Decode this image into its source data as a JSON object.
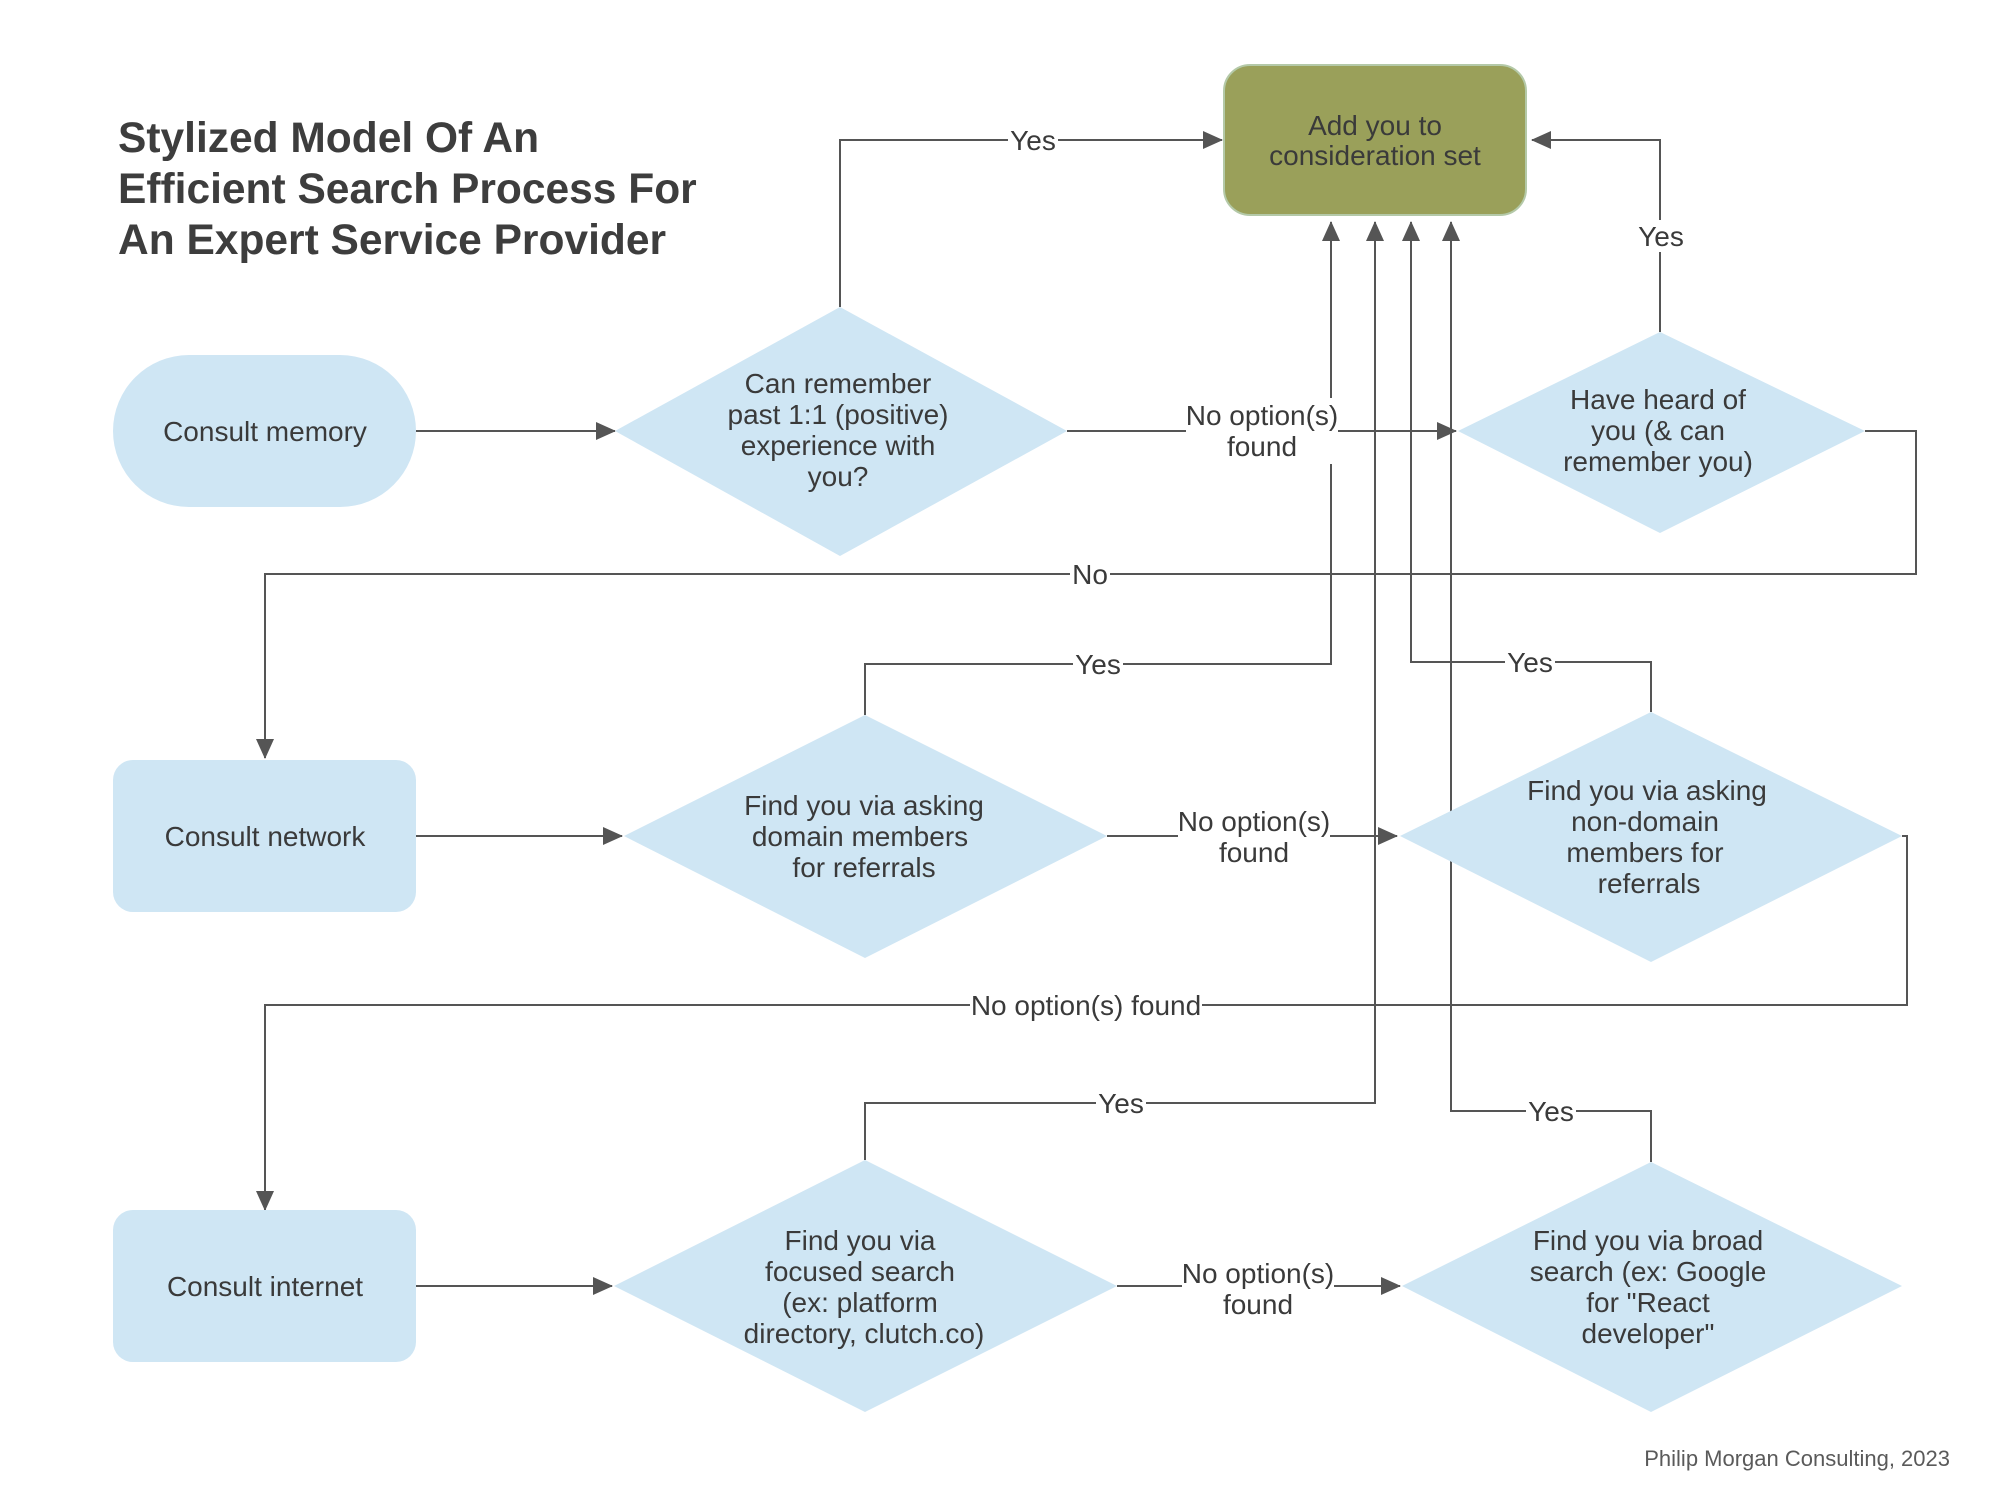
{
  "diagram": {
    "title_lines": [
      "Stylized Model Of An",
      "Efficient Search Process For",
      "An Expert Service Provider"
    ],
    "credit": "Philip Morgan Consulting, 2023",
    "colors": {
      "node_fill": "#cfe6f4",
      "target_fill": "#9aa05a",
      "line": "#555555",
      "title": "#3d3d3d",
      "text": "#3a3a3a"
    },
    "nodes": {
      "consult_memory": {
        "lines": [
          "Consult memory"
        ]
      },
      "consult_network": {
        "lines": [
          "Consult network"
        ]
      },
      "consult_internet": {
        "lines": [
          "Consult internet"
        ]
      },
      "add_consideration": {
        "lines": [
          "Add you to",
          "consideration set"
        ]
      },
      "remember_experience": {
        "lines": [
          "Can remember",
          "past 1:1 (positive)",
          "experience with",
          "you?"
        ]
      },
      "heard_of_you": {
        "lines": [
          "Have heard of",
          "you (& can",
          "remember you)"
        ]
      },
      "domain_referrals": {
        "lines": [
          "Find you via asking",
          "domain members",
          "for referrals"
        ]
      },
      "nondomain_referrals": {
        "lines": [
          "Find you via asking",
          "non-domain",
          "members for",
          "referrals"
        ]
      },
      "focused_search": {
        "lines": [
          "Find you via",
          "focused search",
          "(ex: platform",
          "directory, clutch.co)"
        ]
      },
      "broad_search": {
        "lines": [
          "Find you via broad",
          "search (ex: Google",
          "for \"React",
          "developer\""
        ]
      }
    },
    "edge_labels": {
      "remember_yes": [
        "Yes"
      ],
      "remember_no": [
        "No option(s)",
        "found"
      ],
      "heard_yes": [
        "Yes"
      ],
      "heard_no": [
        "No"
      ],
      "domain_yes": [
        "Yes"
      ],
      "domain_no": [
        "No option(s)",
        "found"
      ],
      "nondomain_yes": [
        "Yes"
      ],
      "nondomain_no": [
        "No option(s) found"
      ],
      "focused_yes": [
        "Yes"
      ],
      "focused_no": [
        "No option(s)",
        "found"
      ],
      "broad_yes": [
        "Yes"
      ]
    }
  }
}
